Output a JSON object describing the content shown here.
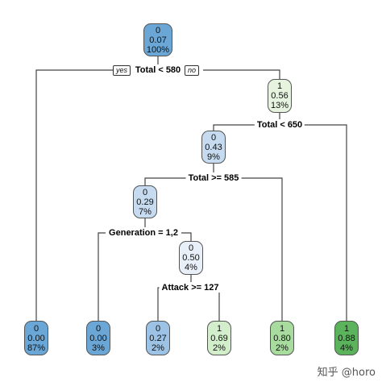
{
  "colors": {
    "dark_blue": "#6aa6d6",
    "mid_blue": "#9cc3e6",
    "light_blue": "#c6dbef",
    "pale_green": "#e6f4df",
    "light_green": "#bfe6b4",
    "mid_green": "#93d18a",
    "dark_green": "#5bb35c"
  },
  "branch_labels": {
    "yes": "yes",
    "no": "no"
  },
  "nodes": {
    "root": {
      "class": "0",
      "prob": "0.07",
      "pct": "100%"
    },
    "n_right1": {
      "class": "1",
      "prob": "0.56",
      "pct": "13%"
    },
    "n_mid1": {
      "class": "0",
      "prob": "0.43",
      "pct": "9%"
    },
    "n_mid2": {
      "class": "0",
      "prob": "0.29",
      "pct": "7%"
    },
    "n_mid3": {
      "class": "0",
      "prob": "0.50",
      "pct": "4%"
    },
    "leaf1": {
      "class": "0",
      "prob": "0.00",
      "pct": "87%"
    },
    "leaf2": {
      "class": "0",
      "prob": "0.00",
      "pct": "3%"
    },
    "leaf3": {
      "class": "0",
      "prob": "0.27",
      "pct": "2%"
    },
    "leaf4": {
      "class": "1",
      "prob": "0.69",
      "pct": "2%"
    },
    "leaf5": {
      "class": "1",
      "prob": "0.80",
      "pct": "2%"
    },
    "leaf6": {
      "class": "1",
      "prob": "0.88",
      "pct": "4%"
    }
  },
  "splits": {
    "s1": "Total < 580",
    "s2": "Total < 650",
    "s3": "Total >= 585",
    "s4": "Generation = 1,2",
    "s5": "Attack >= 127"
  },
  "watermark": "知乎 @horo"
}
